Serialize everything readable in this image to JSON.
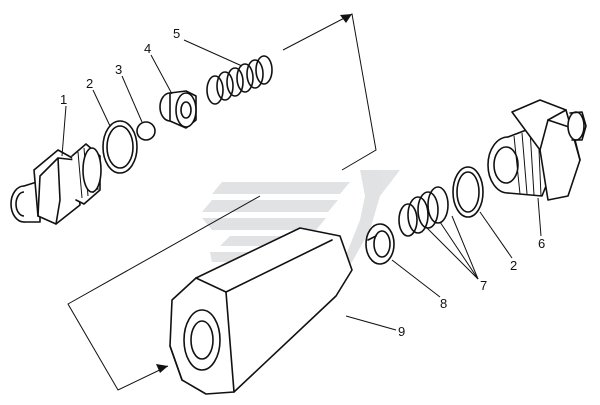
{
  "callouts": [
    {
      "id": "1",
      "text": "1"
    },
    {
      "id": "2a",
      "text": "2"
    },
    {
      "id": "3",
      "text": "3"
    },
    {
      "id": "4",
      "text": "4"
    },
    {
      "id": "5",
      "text": "5"
    },
    {
      "id": "6",
      "text": "6"
    },
    {
      "id": "2b",
      "text": "2"
    },
    {
      "id": "7",
      "text": "7"
    },
    {
      "id": "8",
      "text": "8"
    },
    {
      "id": "9",
      "text": "9"
    }
  ],
  "watermark": {
    "description": "logo-watermark",
    "color": "#c9ccce"
  }
}
